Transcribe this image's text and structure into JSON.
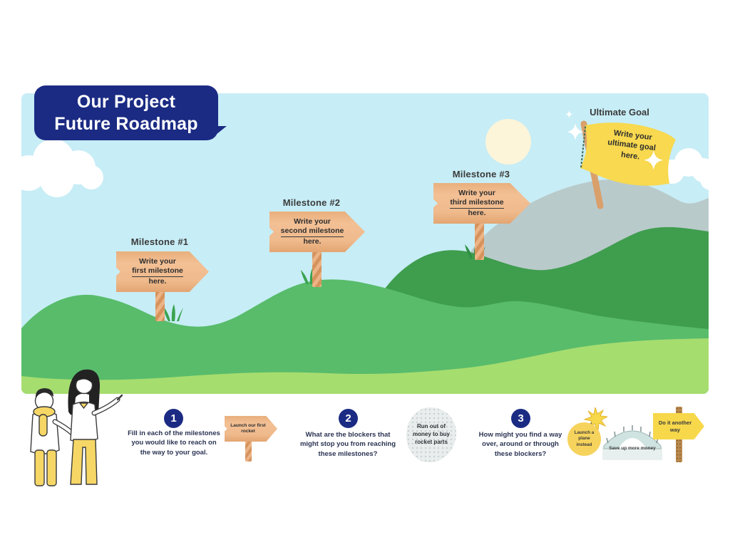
{
  "title": {
    "line1": "Our Project",
    "line2": "Future Roadmap"
  },
  "milestones": [
    {
      "label": "Milestone #1",
      "text_top": "Write your",
      "text_mid": "first milestone",
      "text_bottom": "here."
    },
    {
      "label": "Milestone #2",
      "text_top": "Write your",
      "text_mid": "second milestone",
      "text_bottom": "here."
    },
    {
      "label": "Milestone #3",
      "text_top": "Write your",
      "text_mid": "third milestone",
      "text_bottom": "here."
    }
  ],
  "ultimate_goal": {
    "label": "Ultimate Goal",
    "line1": "Write your",
    "line2": "ultimate goal",
    "line3": "here."
  },
  "instructions": [
    {
      "number": "1",
      "lines": [
        "Fill in each of the milestones",
        "you would like to reach on",
        "the way to your goal."
      ],
      "icon": "signpost-icon",
      "icon_label": "Launch our first rocket"
    },
    {
      "number": "2",
      "lines": [
        "What are the blockers that",
        "might stop you from reaching",
        "these milestones?"
      ],
      "icon": "boulder-icon",
      "icon_label": "Run out of money to buy rocket parts"
    },
    {
      "number": "3",
      "lines": [
        "How might you find a way",
        "over, around or through",
        "these blockers?"
      ],
      "icon_labels": {
        "bomb": "Launch a plane instead",
        "bridge": "Save up more money",
        "sign": "Do it another way"
      }
    }
  ],
  "icons": [
    "cloud-icon",
    "sun-icon",
    "sparkle-icon",
    "flag-icon",
    "grass-icon",
    "signpost-icon",
    "boulder-icon",
    "bomb-icon",
    "bridge-icon",
    "arrow-sign-icon",
    "people-illustration"
  ],
  "colors": {
    "navy": "#1b2b83",
    "sky": "#c7edf6",
    "mountain_gray": "#b9cacb",
    "hill_dark_green": "#3f9d4e",
    "hill_mid_green": "#58bc6b",
    "hill_light_green": "#a6dd6f",
    "sign_wood": "#efba8c",
    "pole_stripe_dark": "#d6935d",
    "flag_yellow": "#f8d94f",
    "accent_yellow": "#f6d766",
    "sun_cream": "#fcf5da",
    "rock_gray": "#e9eded",
    "text_dark": "#2e2e2e",
    "instruction_text": "#2a3352"
  }
}
